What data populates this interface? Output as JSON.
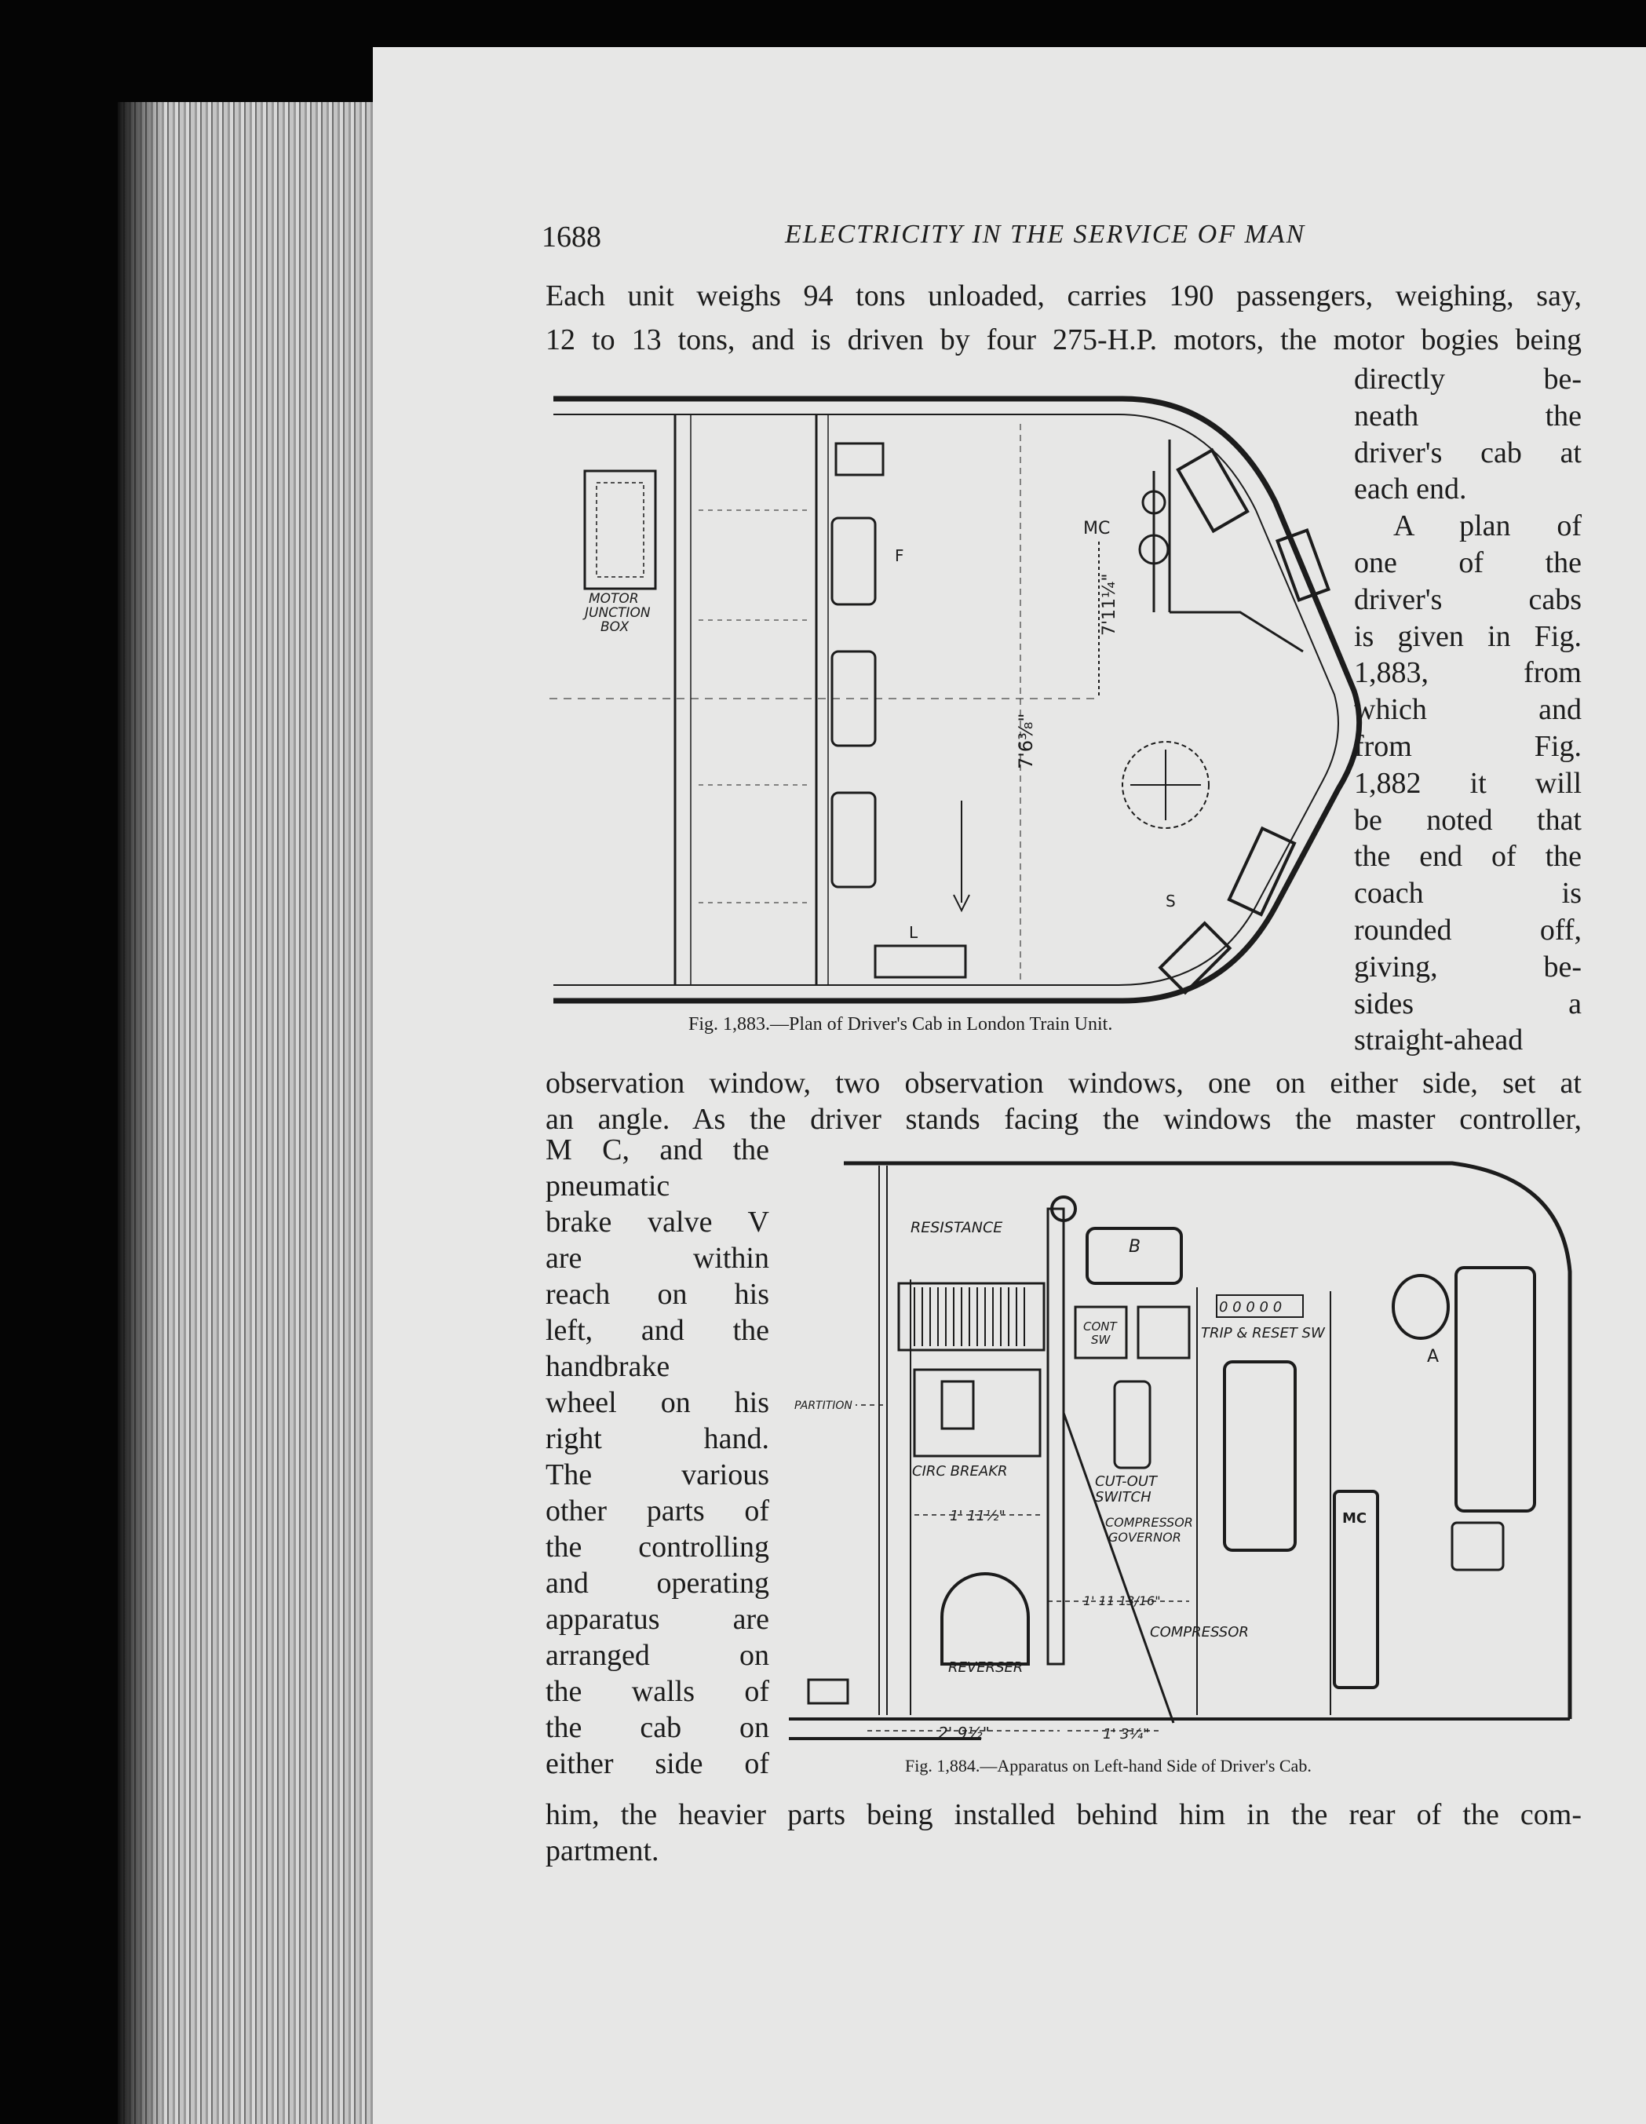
{
  "header": {
    "page_number": "1688",
    "running_title": "ELECTRICITY IN THE SERVICE OF MAN"
  },
  "body": {
    "intro_lines": [
      "Each unit weighs 94 tons unloaded, carries 190 passengers, weighing, say,",
      "12 to 13 tons, and is driven by four 275-H.P. motors, the motor bogies being"
    ],
    "right_column_lines": [
      "directly be-",
      "neath the",
      "driver's cab at",
      "each end.",
      "A plan of",
      "one of the",
      "driver's cabs",
      "is given in Fig.",
      "1,883, from",
      "which and",
      "from Fig.",
      "1,882 it will",
      "be noted that",
      "the end of the",
      "coach is",
      "rounded off,",
      "giving, be-",
      "sides a",
      "straight-ahead"
    ],
    "middle_lines": [
      "observation window, two observation windows, one on either side, set at",
      "an angle. As the driver stands facing the windows the master controller,"
    ],
    "left_column_lines": [
      "M C, and the",
      "pneumatic",
      "brake valve V",
      "are within",
      "reach on his",
      "left, and the",
      "handbrake",
      "wheel on his",
      "right hand.",
      "The various",
      "other parts of",
      "the controlling",
      "and operating",
      "apparatus are",
      "arranged on",
      "the walls of",
      "the cab on",
      "either side of"
    ],
    "final_lines": [
      "him, the heavier parts being installed behind him in the rear of the com-",
      "partment."
    ]
  },
  "figure1": {
    "caption": "Fig. 1,883.—Plan of Driver's Cab in London Train Unit.",
    "labels": {
      "motor_junction_box": [
        "MOTOR",
        "JUNCTION",
        "BOX"
      ],
      "mc": "MC",
      "f": "F",
      "l": "L",
      "s": "S",
      "dim_a": "7'11¼\"",
      "dim_b": "7'6⅜\""
    }
  },
  "figure2": {
    "caption": "Fig. 1,884.—Apparatus on Left-hand Side of Driver's Cab.",
    "labels": {
      "resistance": "RESISTANCE",
      "b": "B",
      "trip_reset": "TRIP & RESET SW",
      "cont_sw": [
        "CONT",
        "SW"
      ],
      "a": "A",
      "partition": "PARTITION",
      "circ_breaker": "CIRC BREAKR",
      "cut_out_switch": [
        "CUT-OUT",
        "SWITCH"
      ],
      "compressor_governor": [
        "COMPRESSOR",
        "GOVERNOR"
      ],
      "mc": "MC",
      "dim_1": "1' 11½\"",
      "dim_2": "1' 11 13/16\"",
      "compressor": "COMPRESSOR",
      "reverser": "REVERSER",
      "dim_3": "2' 9½\"",
      "dim_4": "1' 3¼\"",
      "counter": "0 0 0 0 0"
    }
  }
}
